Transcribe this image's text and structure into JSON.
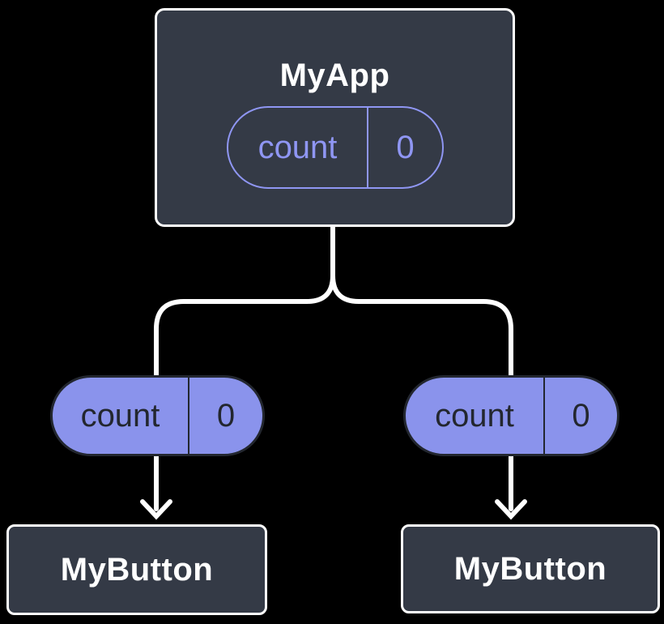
{
  "diagram": {
    "root": {
      "title": "MyApp",
      "state": {
        "name": "count",
        "value": "0"
      }
    },
    "children": [
      {
        "title": "MyButton",
        "prop": {
          "name": "count",
          "value": "0"
        }
      },
      {
        "title": "MyButton",
        "prop": {
          "name": "count",
          "value": "0"
        }
      }
    ]
  },
  "colors": {
    "background": "#000000",
    "node_fill": "#343a46",
    "node_border": "#ffffff",
    "node_text": "#ffffff",
    "pill_fill": "#8a93ec",
    "pill_border": "#23272f",
    "pill_text": "#23272f",
    "state_accent": "#8f96f3",
    "connector": "#ffffff"
  }
}
